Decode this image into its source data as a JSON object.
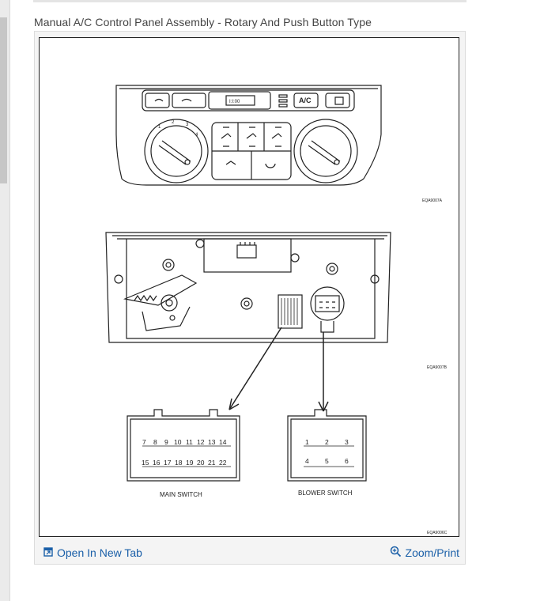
{
  "caption": "Manual A/C Control Panel Assembly - Rotary And Push Button Type",
  "diagram": {
    "top_panel": {
      "ac_button": "A/C",
      "display_text": "I:I:00",
      "fan_numbers": [
        "1",
        "2",
        "3",
        "4"
      ],
      "code": "EQA9007A"
    },
    "rear_view": {
      "code": "EQA9007B"
    },
    "connectors": {
      "main_switch": {
        "label": "MAIN SWITCH",
        "row1": [
          "7",
          "8",
          "9",
          "10",
          "11",
          "12",
          "13",
          "14"
        ],
        "row2": [
          "15",
          "16",
          "17",
          "18",
          "19",
          "20",
          "21",
          "22"
        ]
      },
      "blower_switch": {
        "label": "BLOWER SWITCH",
        "row1": [
          "1",
          "2",
          "3"
        ],
        "row2": [
          "4",
          "5",
          "6"
        ]
      },
      "code": "EQA9006C"
    }
  },
  "footer": {
    "open_tab_label": "Open In New Tab",
    "zoom_label": "Zoom/Print"
  }
}
